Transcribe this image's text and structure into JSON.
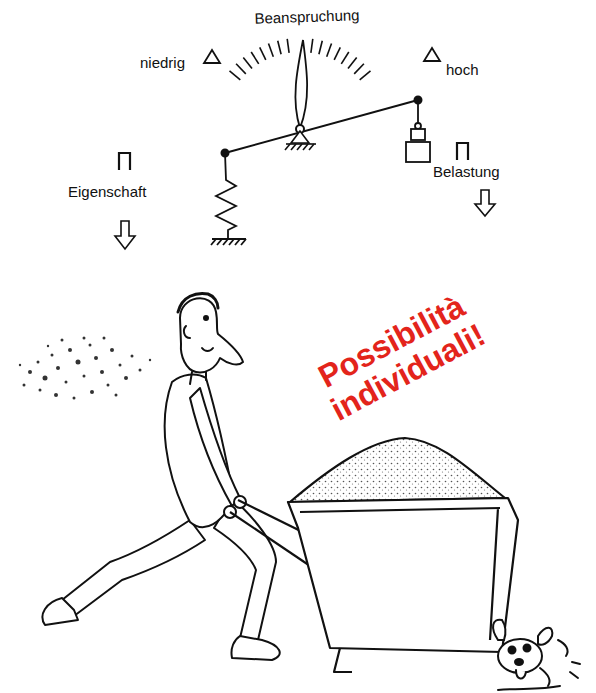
{
  "diagram": {
    "labels": [
      "Beanspruchung",
      "niedrig",
      "hoch",
      "Belastung",
      "Eigenschaft",
      "Possibilità individuali!"
    ]
  }
}
